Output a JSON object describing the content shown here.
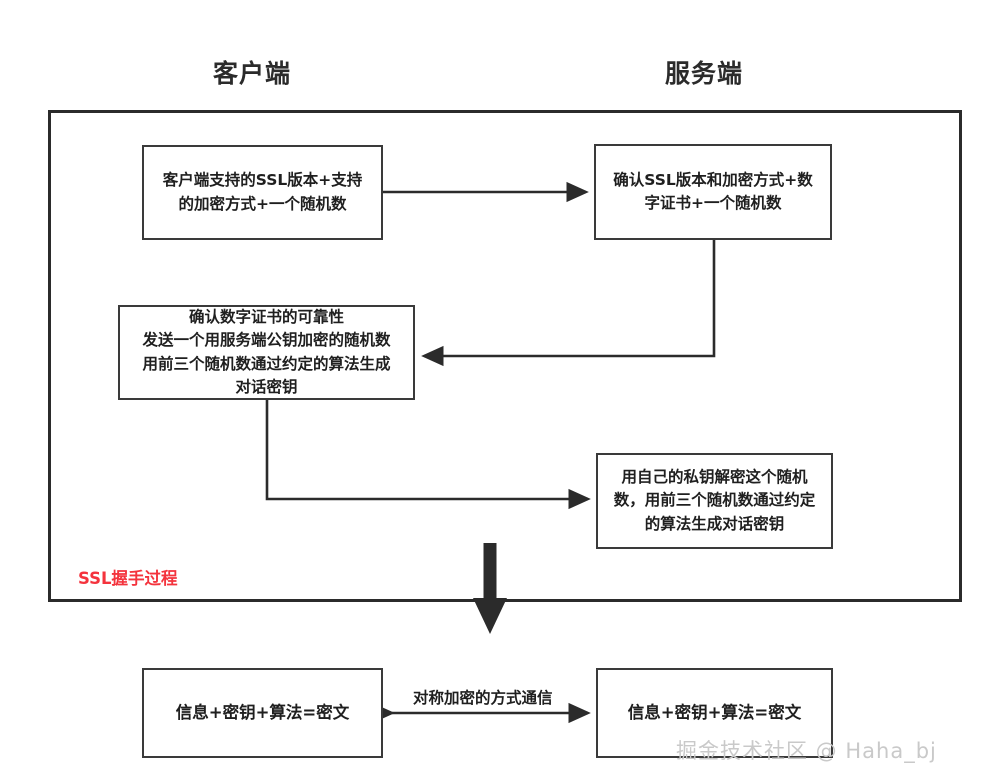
{
  "diagram": {
    "title_client": "客户端",
    "title_server": "服务端",
    "handshake_stage_label": "SSL握手过程",
    "handshake_label_color": "#F4333D",
    "line_color": "#2b2b2b",
    "box_border_color": "#3a3a3a",
    "background": "#ffffff"
  },
  "boxes": {
    "client_hello": {
      "lines": [
        "客户端支持的SSL版本+支持",
        "的加密方式+一个随机数"
      ]
    },
    "server_hello": {
      "lines": [
        "确认SSL版本和加密方式+数",
        "字证书+一个随机数"
      ]
    },
    "client_verify": {
      "lines": [
        "确认数字证书的可靠性",
        "发送一个用服务端公钥加密的随机数",
        "用前三个随机数通过约定的算法生成",
        "对话密钥"
      ]
    },
    "server_decrypt": {
      "lines": [
        "用自己的私钥解密这个随机",
        "数，用前三个随机数通过约定",
        "的算法生成对话密钥"
      ]
    },
    "comm_client": {
      "lines": [
        "信息+密钥+算法=密文"
      ]
    },
    "comm_server": {
      "lines": [
        "信息+密钥+算法=密文"
      ]
    }
  },
  "arrows": {
    "symmetric_comm_label": "对称加密的方式通信"
  },
  "watermark": {
    "text": "掘金技术社区 @ Haha_bj"
  }
}
